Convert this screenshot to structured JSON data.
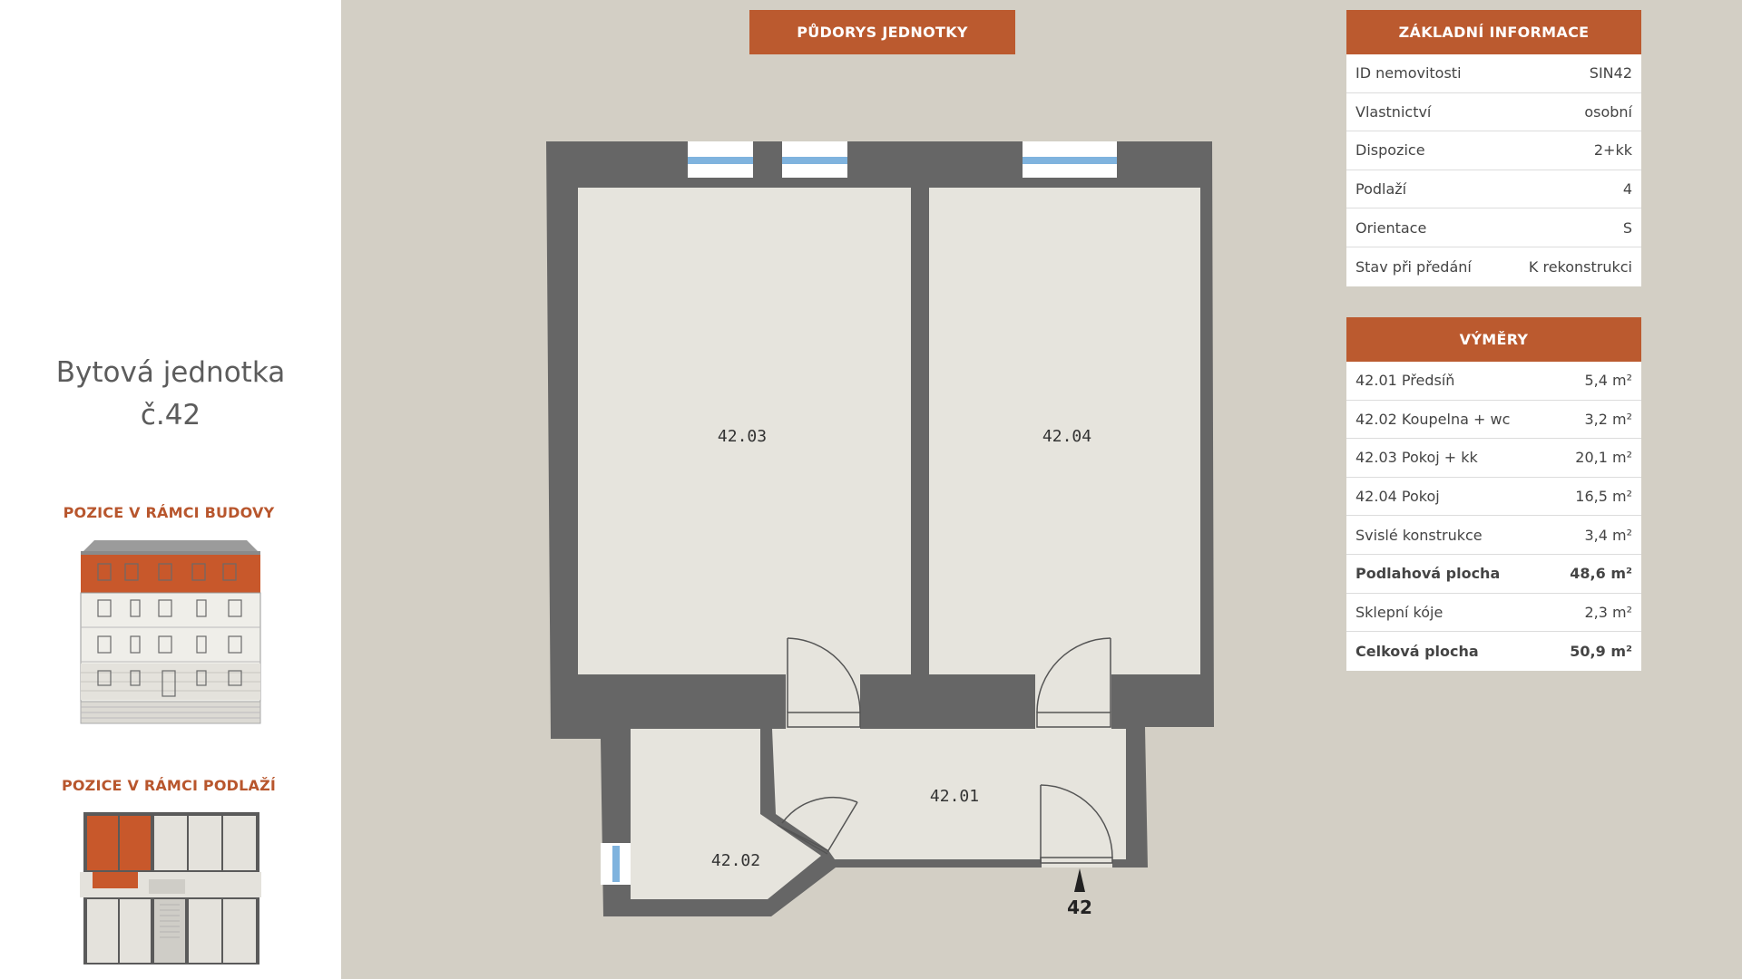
{
  "unit": {
    "title_line1": "Bytová jednotka",
    "title_line2": "č.42"
  },
  "sidebar": {
    "building_label": "POZICE V RÁMCI BUDOVY",
    "floor_label": "POZICE V RÁMCI PODLAŽÍ"
  },
  "plan": {
    "header": "PŮDORYS JEDNOTKY",
    "rooms": [
      "42.03",
      "42.04",
      "42.01",
      "42.02"
    ],
    "entrance_label": "42"
  },
  "basic_info": {
    "header": "ZÁKLADNÍ INFORMACE",
    "rows": [
      {
        "label": "ID nemovitosti",
        "value": "SIN42"
      },
      {
        "label": "Vlastnictví",
        "value": "osobní"
      },
      {
        "label": "Dispozice",
        "value": "2+kk"
      },
      {
        "label": "Podlaží",
        "value": "4"
      },
      {
        "label": "Orientace",
        "value": "S"
      },
      {
        "label": "Stav při předání",
        "value": "K rekonstrukci"
      }
    ]
  },
  "areas": {
    "header": "VÝMĚRY",
    "rows": [
      {
        "label": "42.01 Předsíň",
        "value": "5,4 m²",
        "bold": false
      },
      {
        "label": "42.02 Koupelna + wc",
        "value": "3,2 m²",
        "bold": false
      },
      {
        "label": "42.03 Pokoj + kk",
        "value": "20,1 m²",
        "bold": false
      },
      {
        "label": "42.04 Pokoj",
        "value": "16,5 m²",
        "bold": false
      },
      {
        "label": "Svislé konstrukce",
        "value": "3,4 m²",
        "bold": false
      },
      {
        "label": "Podlahová plocha",
        "value": "48,6 m²",
        "bold": true
      },
      {
        "label": "Sklepní kóje",
        "value": "2,3 m²",
        "bold": false
      },
      {
        "label": "Celková plocha",
        "value": "50,9 m²",
        "bold": true
      }
    ]
  },
  "colors": {
    "accent": "#bb5a2f",
    "highlight": "#c8582b",
    "wall": "#666666",
    "floor": "#e6e4dd",
    "background": "#d3cfc5",
    "window_glass": "#7fb3de"
  }
}
